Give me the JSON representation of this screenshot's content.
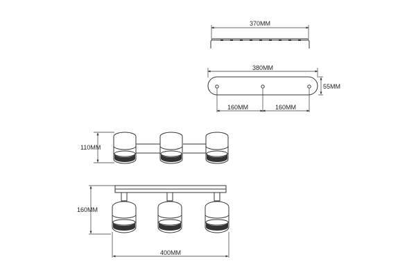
{
  "labels": {
    "top_bracket_width": "370MM",
    "plate_width": "380MM",
    "plate_height": "55MM",
    "hole_spacing_left": "160MM",
    "hole_spacing_right": "160MM",
    "top_view_height": "110MM",
    "front_view_height": "160MM",
    "front_view_width": "400MM"
  },
  "colors": {
    "line": "#333333",
    "background": "#ffffff"
  }
}
